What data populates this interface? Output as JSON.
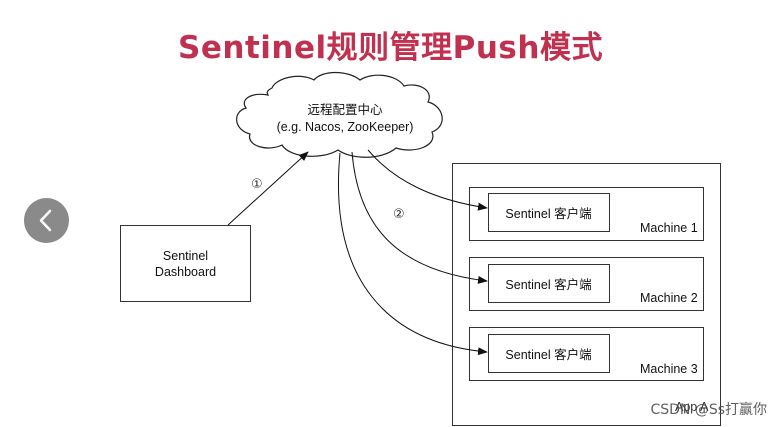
{
  "title": {
    "text": "Sentinel规则管理Push模式",
    "color": "#c0304f"
  },
  "nav": {
    "back_icon": "chevron-left-icon"
  },
  "cloud": {
    "line1": "远程配置中心",
    "line2": "(e.g. Nacos, ZooKeeper)"
  },
  "dashboard": {
    "line1": "Sentinel",
    "line2": "Dashboard"
  },
  "steps": {
    "one": "①",
    "two": "②"
  },
  "app": {
    "label": "App A"
  },
  "machines": [
    {
      "client": "Sentinel 客户端",
      "label": "Machine 1"
    },
    {
      "client": "Sentinel 客户端",
      "label": "Machine 2"
    },
    {
      "client": "Sentinel 客户端",
      "label": "Machine 3"
    }
  ],
  "watermark": "CSDN @Ss打赢你"
}
